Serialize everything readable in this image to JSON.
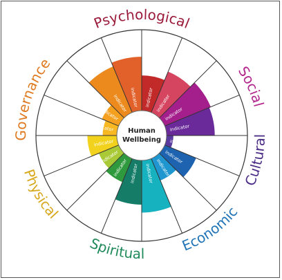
{
  "center": {
    "line1": "Human",
    "line2": "Wellbeing"
  },
  "indicator_text": "indicator",
  "domains": [
    {
      "name": "Psychological",
      "color": "#9c1b3b",
      "start": 312,
      "end": 48
    },
    {
      "name": "Social",
      "color": "#b3288c",
      "start": 48,
      "end": 84
    },
    {
      "name": "Cultural",
      "color": "#4a2c86",
      "start": 84,
      "end": 120
    },
    {
      "name": "Economic",
      "color": "#1f73b7",
      "start": 120,
      "end": 168
    },
    {
      "name": "Spiritual",
      "color": "#1f8a5a",
      "start": 168,
      "end": 216
    },
    {
      "name": "Physical",
      "color": "#d8a81e",
      "start": 216,
      "end": 264
    },
    {
      "name": "Governance",
      "color": "#e07a20",
      "start": 264,
      "end": 312
    }
  ],
  "bars": [
    {
      "color": "#c22a2a",
      "level": 0.62
    },
    {
      "color": "#d64560",
      "level": 0.78
    },
    {
      "color": "#a41f8c",
      "level": 0.88
    },
    {
      "color": "#6a2a9a",
      "level": 0.85
    },
    {
      "color": "#5a3a9e",
      "level": 0.12
    },
    {
      "color": "#1e63b0",
      "level": 0.6
    },
    {
      "color": "#1f96cf",
      "level": 0.42
    },
    {
      "color": "#17b2bf",
      "level": 0.92
    },
    {
      "color": "#157d67",
      "level": 0.78
    },
    {
      "color": "#2f9a3d",
      "level": 0.45
    },
    {
      "color": "#a9c936",
      "level": 0.38
    },
    {
      "color": "#f2d21d",
      "level": 0.52
    },
    {
      "color": "#f7b822",
      "level": 0.25
    },
    {
      "color": "#f5a11f",
      "level": 0.32
    },
    {
      "color": "#ec8a1d",
      "level": 0.88
    },
    {
      "color": "#e2612a",
      "level": 0.95
    }
  ]
}
